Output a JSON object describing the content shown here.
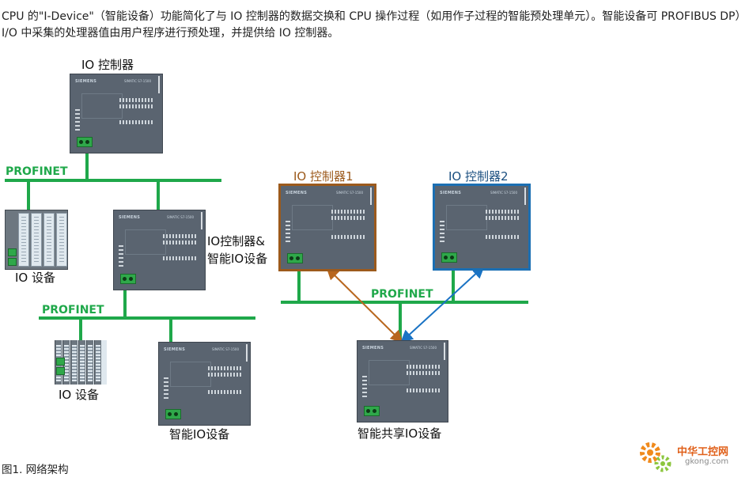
{
  "intro": "CPU 的\"I-Device\"（智能设备）功能简化了与 IO 控制器的数据交换和 CPU 操作过程（如用作子过程的智能预处理单元）。智能设备可 PROFIBUS DP）I/O 中采集的处理器值由用户程序进行预处理，并提供给 IO 控制器。",
  "labels": {
    "io_controller": "IO 控制器",
    "io_controller_1": "IO 控制器1",
    "io_controller_2": "IO 控制器2",
    "io_device_a": "IO 设备",
    "io_device_b": "IO 设备",
    "controller_and_device_line1": "IO控制器&",
    "controller_and_device_line2": "智能IO设备",
    "intelligent_io_device": "智能IO设备",
    "shared_io_device": "智能共享IO设备"
  },
  "networks": {
    "profinet_1": "PROFINET",
    "profinet_2": "PROFINET",
    "profinet_3": "PROFINET"
  },
  "plc": {
    "brand": "SIEMENS",
    "model": "SIMATIC S7-1500"
  },
  "colors": {
    "profinet_green": "#1fa84a",
    "controller1_border": "#9c5a1c",
    "controller2_border": "#1b6fb3",
    "arrow_brown": "#b8661d",
    "arrow_blue": "#1a73c4"
  },
  "caption": "图1. 网络架构",
  "watermark": {
    "text": "中华工控网",
    "url": "gkong.com"
  }
}
